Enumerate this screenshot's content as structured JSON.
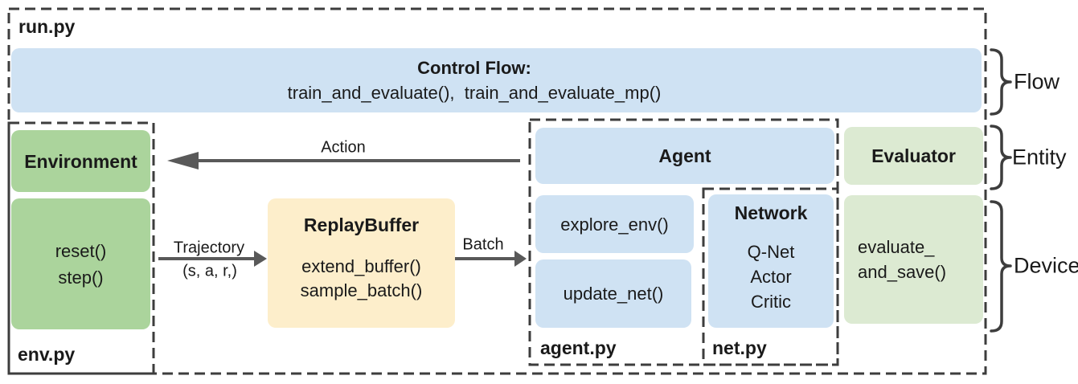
{
  "colors": {
    "blue": "#cfe2f3",
    "green": "#abd49c",
    "light_green": "#dcead2",
    "yellow": "#fdeecb",
    "border": "#3d3d3d",
    "arrow": "#595959",
    "text": "#1a1a1a",
    "bg": "#ffffff"
  },
  "run_module": {
    "label": "run.py",
    "control_flow_title": "Control Flow:",
    "control_flow_functions": "train_and_evaluate(),  train_and_evaluate_mp()"
  },
  "env_module": {
    "label": "env.py",
    "entity": "Environment",
    "method1": "reset()",
    "method2": "step()"
  },
  "replay_buffer": {
    "title": "ReplayBuffer",
    "method1": "extend_buffer()",
    "method2": "sample_batch()"
  },
  "agent_module": {
    "label": "agent.py",
    "entity": "Agent",
    "method1": "explore_env()",
    "method2": "update_net()"
  },
  "net_module": {
    "label": "net.py",
    "title": "Network",
    "items": [
      "Q-Net",
      "Actor",
      "Critic"
    ]
  },
  "evaluator": {
    "entity": "Evaluator",
    "method_line1": "evaluate_",
    "method_line2": "and_save()"
  },
  "arrows": {
    "action": "Action",
    "trajectory": "Trajectory",
    "trajectory_tuple": "(s, a, r,)",
    "batch": "Batch"
  },
  "side_labels": {
    "flow": "Flow",
    "entity": "Entity",
    "device": "Device"
  }
}
